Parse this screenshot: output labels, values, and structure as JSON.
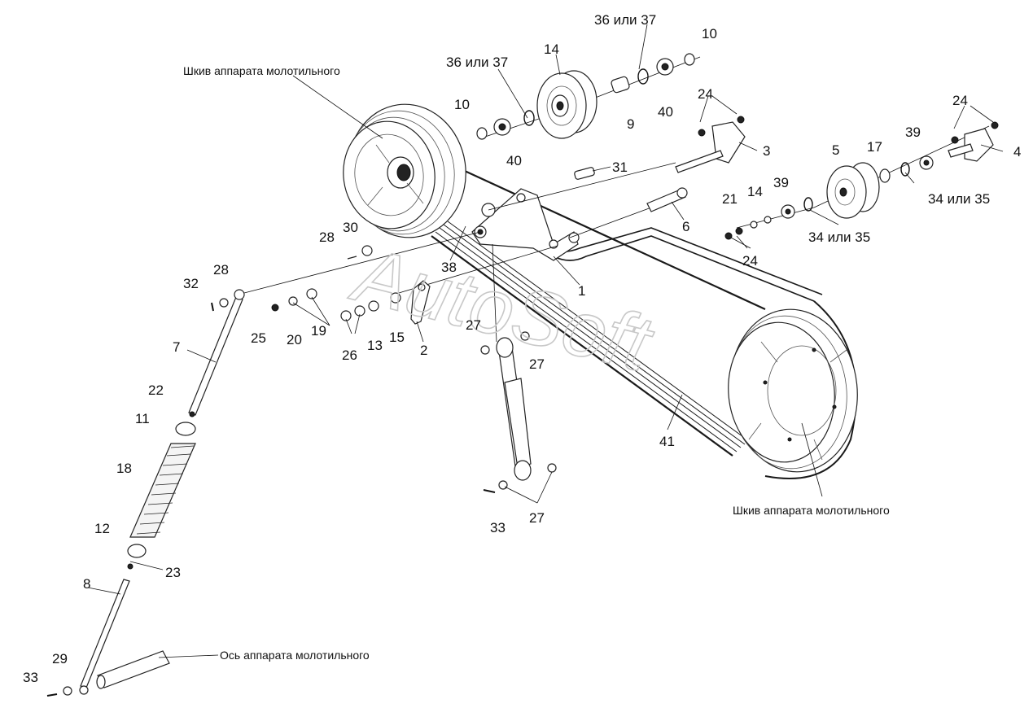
{
  "captions": {
    "pulley_top": "Шкив аппарата молотильного",
    "pulley_bottom": "Шкив аппарата молотильного",
    "axle": "Ось аппарата молотильного"
  },
  "watermark": "AutoSoft",
  "labels": [
    "36 или 37",
    "10",
    "14",
    "36 или 37",
    "10",
    "9",
    "40",
    "40",
    "24",
    "3",
    "24",
    "4",
    "39",
    "17",
    "5",
    "31",
    "21",
    "14",
    "39",
    "34 или 35",
    "34 или 35",
    "6",
    "24",
    "28",
    "30",
    "38",
    "1",
    "32",
    "28",
    "25",
    "20",
    "19",
    "26",
    "13",
    "15",
    "2",
    "27",
    "27",
    "7",
    "22",
    "11",
    "18",
    "12",
    "23",
    "8",
    "41",
    "33",
    "27",
    "33",
    "29"
  ],
  "colors": {
    "ink": "#111111",
    "watermark": "#c8c8c8",
    "paper": "#ffffff"
  }
}
